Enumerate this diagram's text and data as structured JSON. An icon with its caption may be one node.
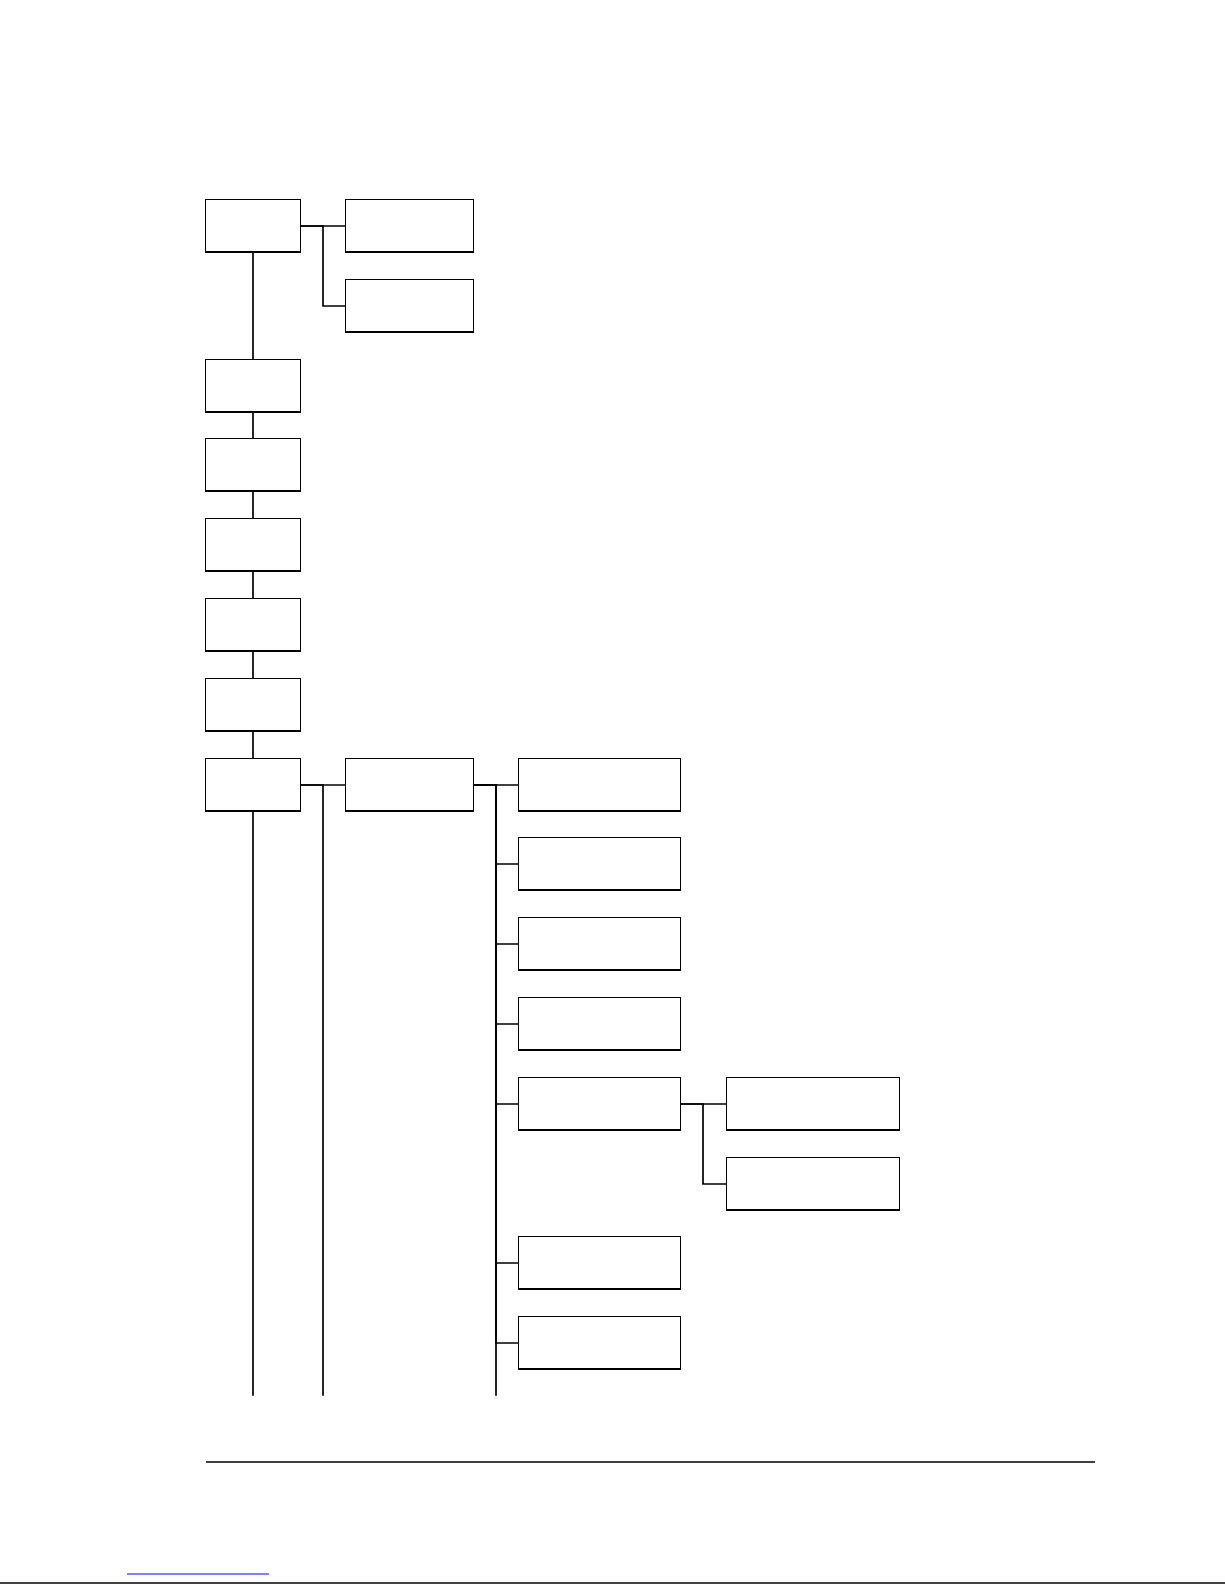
{
  "diagram": {
    "nodes": [
      {
        "text": [],
        "shape": "box"
      },
      {
        "text": [],
        "shape": "box"
      },
      {
        "text": [],
        "shape": "box"
      },
      {
        "text": [],
        "shape": "box"
      },
      {
        "text": [],
        "shape": "box"
      },
      {
        "text": [],
        "shape": "box"
      },
      {
        "text": [],
        "shape": "box"
      },
      {
        "text": [],
        "shape": "box"
      },
      {
        "text": [],
        "shape": "box"
      },
      {
        "text": [],
        "shape": "box"
      },
      {
        "text": [],
        "shape": "box"
      },
      {
        "text": [],
        "shape": "box"
      },
      {
        "text": [],
        "shape": "box"
      },
      {
        "text": [],
        "shape": "box"
      },
      {
        "text": [],
        "shape": "box"
      },
      {
        "text": [],
        "shape": "box"
      },
      {
        "text": [],
        "shape": "box"
      },
      {
        "text": [],
        "shape": "box"
      },
      {
        "text": [],
        "shape": "box"
      }
    ],
    "edges": [
      {
        "from": 0,
        "to": 1,
        "arrow": "none"
      },
      {
        "from": 0,
        "to": 2,
        "arrow": "none"
      },
      {
        "from": 0,
        "to": 3,
        "arrow": "none"
      },
      {
        "from": 3,
        "to": 4,
        "arrow": "none"
      },
      {
        "from": 4,
        "to": 5,
        "arrow": "none"
      },
      {
        "from": 5,
        "to": 6,
        "arrow": "none"
      },
      {
        "from": 6,
        "to": 7,
        "arrow": "none"
      },
      {
        "from": 7,
        "to": 8,
        "arrow": "none"
      },
      {
        "from": 8,
        "to": 9,
        "arrow": "none"
      },
      {
        "from": 8,
        "to": null,
        "arrow": "none"
      },
      {
        "from": 8,
        "to": null,
        "arrow": "none"
      },
      {
        "from": 9,
        "to": 10,
        "arrow": "none"
      },
      {
        "from": 9,
        "to": 11,
        "arrow": "none"
      },
      {
        "from": 9,
        "to": 12,
        "arrow": "none"
      },
      {
        "from": 9,
        "to": 13,
        "arrow": "none"
      },
      {
        "from": 9,
        "to": 14,
        "arrow": "none"
      },
      {
        "from": 9,
        "to": 17,
        "arrow": "none"
      },
      {
        "from": 9,
        "to": 18,
        "arrow": "none"
      },
      {
        "from": 9,
        "to": null,
        "arrow": "none"
      },
      {
        "from": 14,
        "to": 15,
        "arrow": "none"
      },
      {
        "from": 14,
        "to": 16,
        "arrow": "none"
      }
    ]
  }
}
